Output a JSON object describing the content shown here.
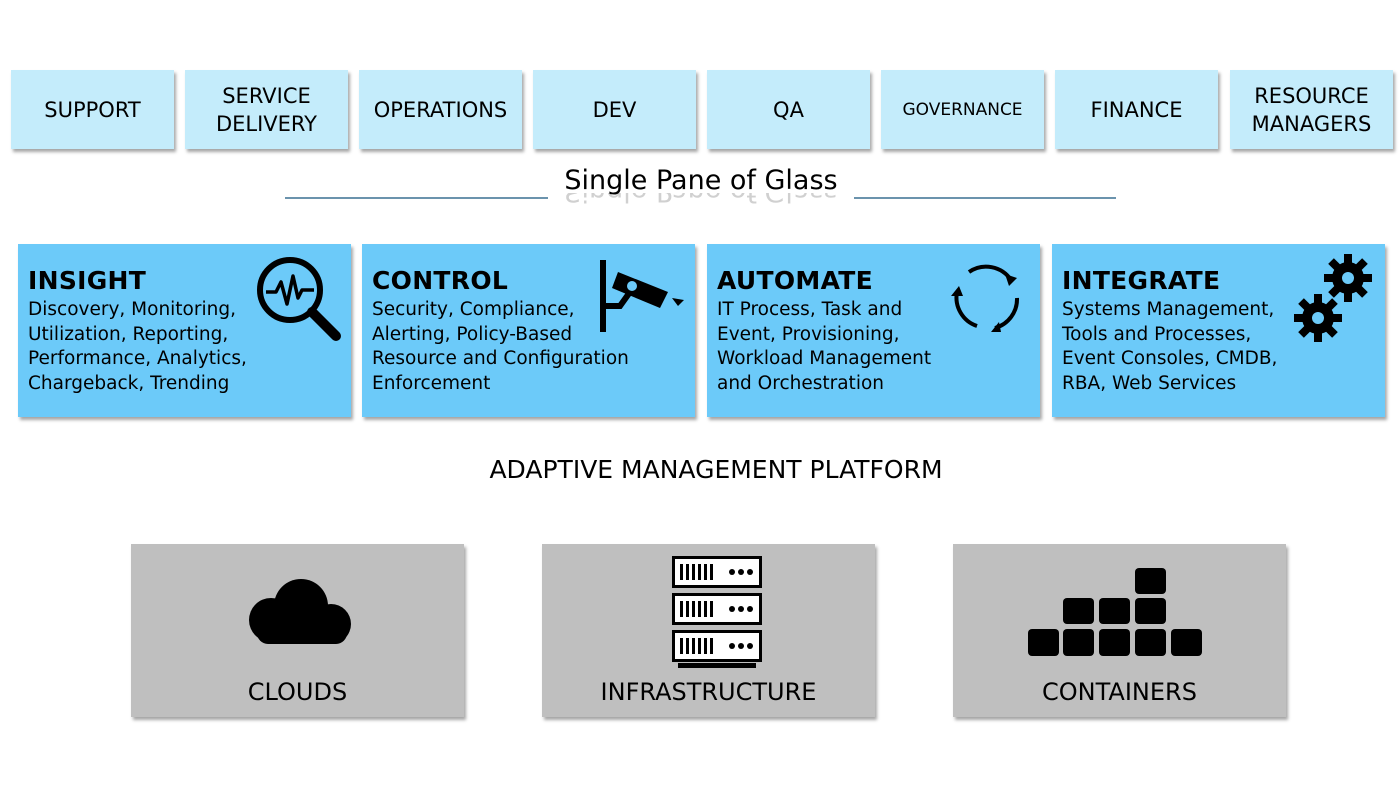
{
  "teams": [
    {
      "label": "SUPPORT"
    },
    {
      "label": "SERVICE\nDELIVERY"
    },
    {
      "label": "OPERATIONS"
    },
    {
      "label": "DEV"
    },
    {
      "label": "QA"
    },
    {
      "label": "GOVERNANCE"
    },
    {
      "label": "FINANCE"
    },
    {
      "label": "RESOURCE\nMANAGERS"
    }
  ],
  "single_pane": "Single Pane of Glass",
  "capabilities": [
    {
      "title": "INSIGHT",
      "description": "Discovery, Monitoring,\nUtilization, Reporting,\nPerformance, Analytics,\nChargeback, Trending",
      "icon": "magnifier-pulse-icon"
    },
    {
      "title": "CONTROL",
      "description": "Security, Compliance,\nAlerting, Policy-Based\nResource and Configuration\nEnforcement",
      "icon": "security-camera-icon"
    },
    {
      "title": "AUTOMATE",
      "description": "IT Process, Task and\nEvent, Provisioning,\nWorkload Management\nand Orchestration",
      "icon": "refresh-cycle-icon"
    },
    {
      "title": "INTEGRATE",
      "description": "Systems Management,\nTools and Processes,\nEvent Consoles, CMDB,\nRBA, Web Services",
      "icon": "gears-icon"
    }
  ],
  "platform_label": "ADAPTIVE MANAGEMENT PLATFORM",
  "resources": [
    {
      "label": "CLOUDS",
      "icon": "cloud-icon"
    },
    {
      "label": "INFRASTRUCTURE",
      "icon": "server-rack-icon"
    },
    {
      "label": "CONTAINERS",
      "icon": "container-stack-icon"
    }
  ],
  "colors": {
    "team_box": "#c4ecfb",
    "capability_box": "#6ccaf9",
    "resource_box": "#bfbfbf",
    "divider_line": "#6b93ad"
  }
}
